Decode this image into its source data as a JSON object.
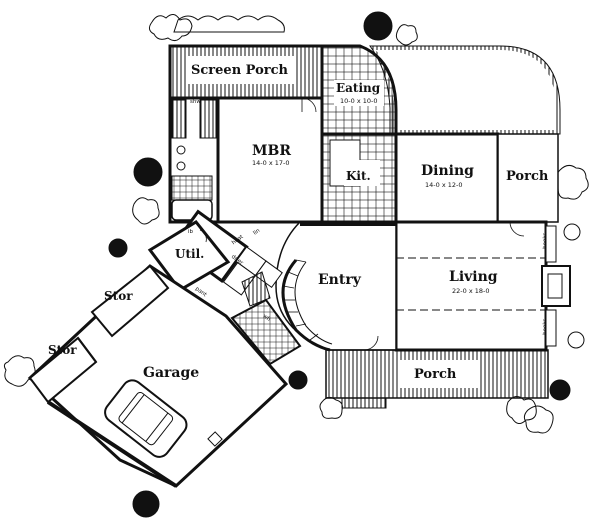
{
  "rooms": {
    "screen_porch": {
      "label": "Screen Porch"
    },
    "eating": {
      "label": "Eating",
      "dims": "10-0 x 10-0"
    },
    "mbr": {
      "label": "MBR",
      "dims": "14-0 x 17-0"
    },
    "kit": {
      "label": "Kit."
    },
    "dining": {
      "label": "Dining",
      "dims": "14-0 x 12-0"
    },
    "porch_right": {
      "label": "Porch"
    },
    "util": {
      "label": "Util."
    },
    "entry": {
      "label": "Entry"
    },
    "living": {
      "label": "Living",
      "dims": "22-0 x 18-0"
    },
    "stor_upper": {
      "label": "Stor"
    },
    "stor_lower": {
      "label": "Stor"
    },
    "garage": {
      "label": "Garage"
    },
    "porch_front": {
      "label": "Porch"
    }
  },
  "small_labels": {
    "shw": "shw",
    "ib": "ib",
    "heat": "heat",
    "lin": "lin",
    "dryer": "drier",
    "pant": "pant",
    "wh": "wh",
    "books_top": "books",
    "books_bottom": "books"
  },
  "colors": {
    "ink": "#111111",
    "paper": "#ffffff"
  }
}
